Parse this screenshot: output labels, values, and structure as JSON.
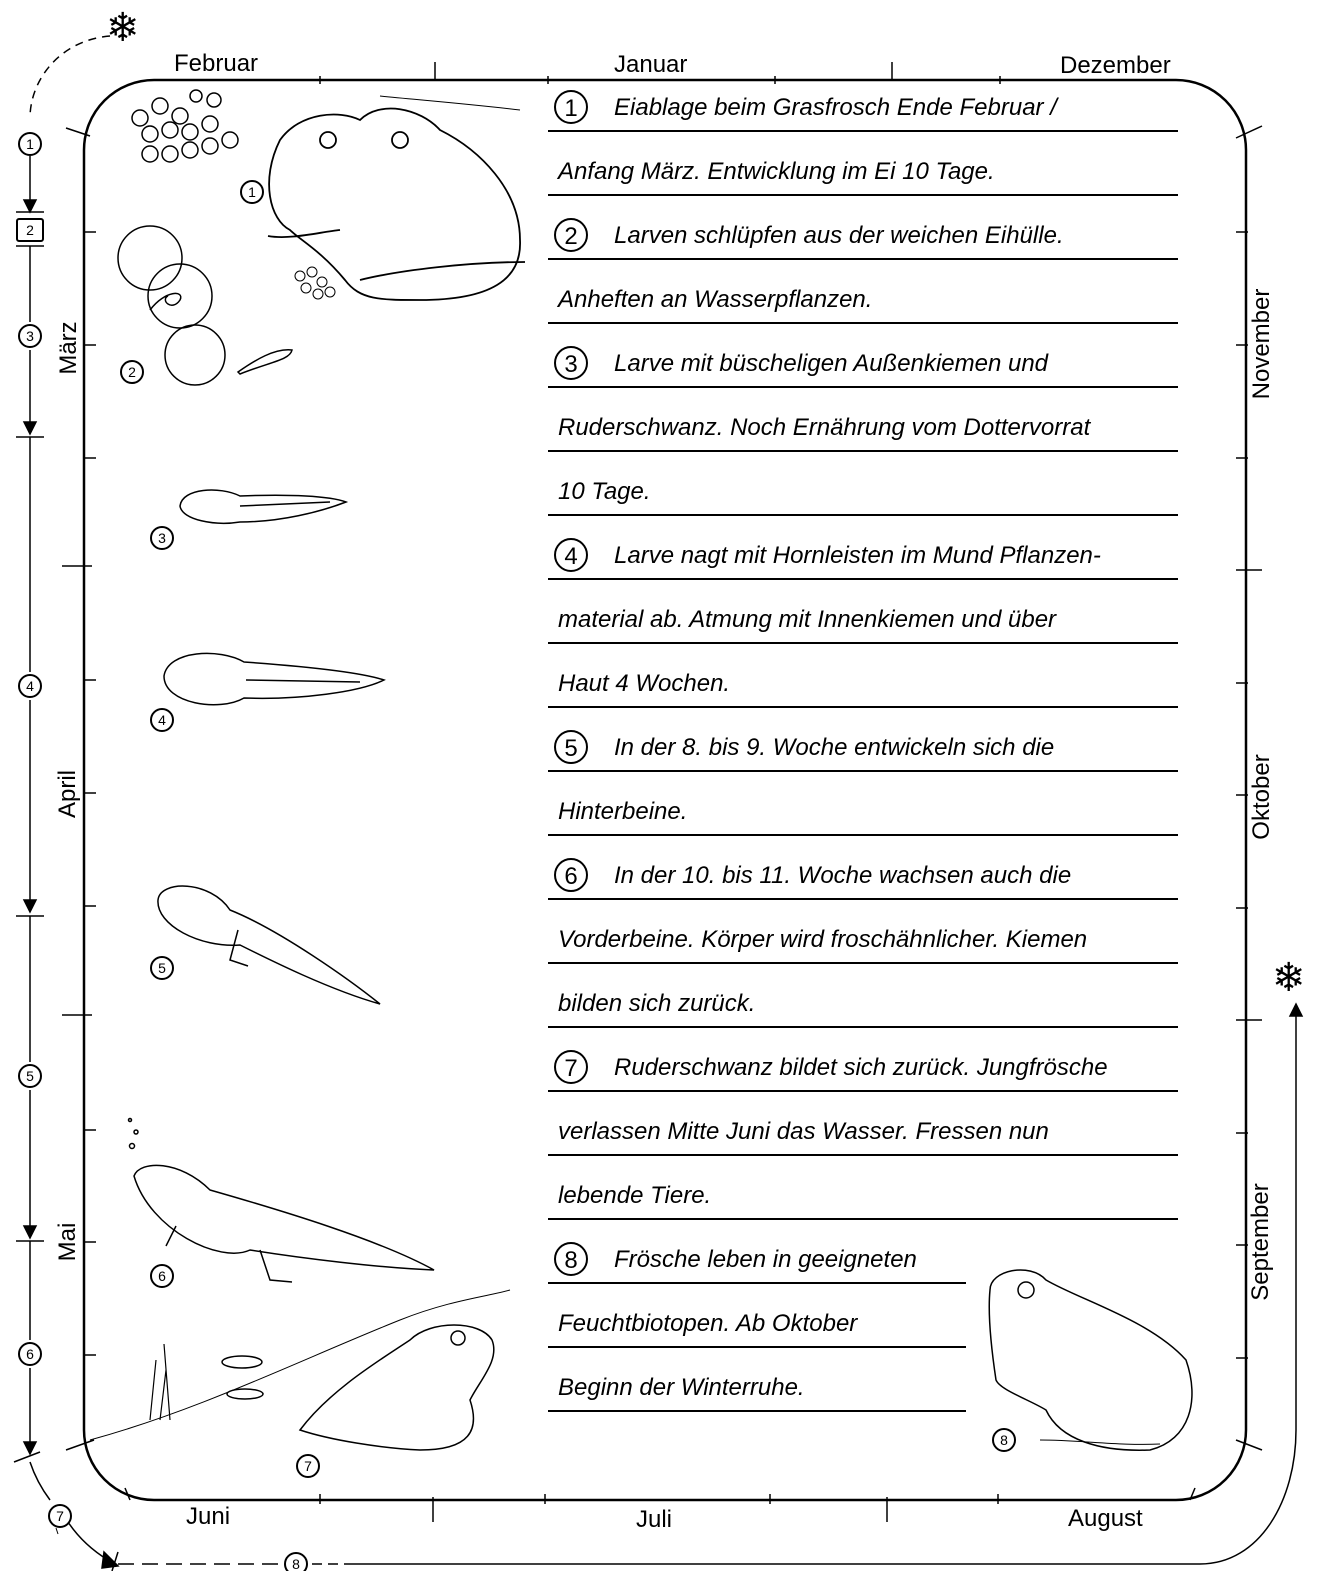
{
  "months": {
    "top": [
      "Februar",
      "Januar",
      "Dezember"
    ],
    "bottom": [
      "Juni",
      "Juli",
      "August"
    ],
    "left": [
      "März",
      "April",
      "Mai"
    ],
    "right": [
      "November",
      "Oktober",
      "September"
    ]
  },
  "stages": [
    {
      "num": "1",
      "lines": [
        "Eiablage beim Grasfrosch Ende Februar /",
        "Anfang März. Entwicklung im Ei 10 Tage."
      ]
    },
    {
      "num": "2",
      "lines": [
        "Larven schlüpfen aus der weichen Eihülle.",
        "Anheften an Wasserpflanzen."
      ]
    },
    {
      "num": "3",
      "lines": [
        "Larve mit büscheligen Außenkiemen und",
        "Ruderschwanz. Noch Ernährung vom Dottervorrat",
        "10 Tage."
      ]
    },
    {
      "num": "4",
      "lines": [
        "Larve nagt mit Hornleisten im Mund Pflanzen-",
        "material ab. Atmung mit Innenkiemen und über",
        "Haut 4 Wochen."
      ]
    },
    {
      "num": "5",
      "lines": [
        "In der 8. bis 9. Woche entwickeln sich die",
        "Hinterbeine."
      ]
    },
    {
      "num": "6",
      "lines": [
        "In der 10. bis 11. Woche wachsen auch die",
        "Vorderbeine. Körper wird froschähnlicher. Kiemen",
        "bilden sich zurück."
      ]
    },
    {
      "num": "7",
      "lines": [
        "Ruderschwanz bildet sich zurück. Jungfrösche",
        "verlassen Mitte Juni das Wasser. Fressen nun",
        "lebende Tiere."
      ]
    },
    {
      "num": "8",
      "lines": [
        "Frösche leben in geeigneten",
        "Feuchtbiotopen. Ab Oktober",
        "Beginn der Winterruhe."
      ]
    }
  ],
  "illustration_labels": [
    "1",
    "2",
    "3",
    "4",
    "5",
    "6",
    "7",
    "8"
  ],
  "timeline_labels": [
    "1",
    "2",
    "3",
    "4",
    "5",
    "6",
    "7",
    "8"
  ],
  "icons": {
    "winter": "snowflake-icon"
  },
  "colors": {
    "ink": "#000000",
    "paper": "#ffffff"
  }
}
